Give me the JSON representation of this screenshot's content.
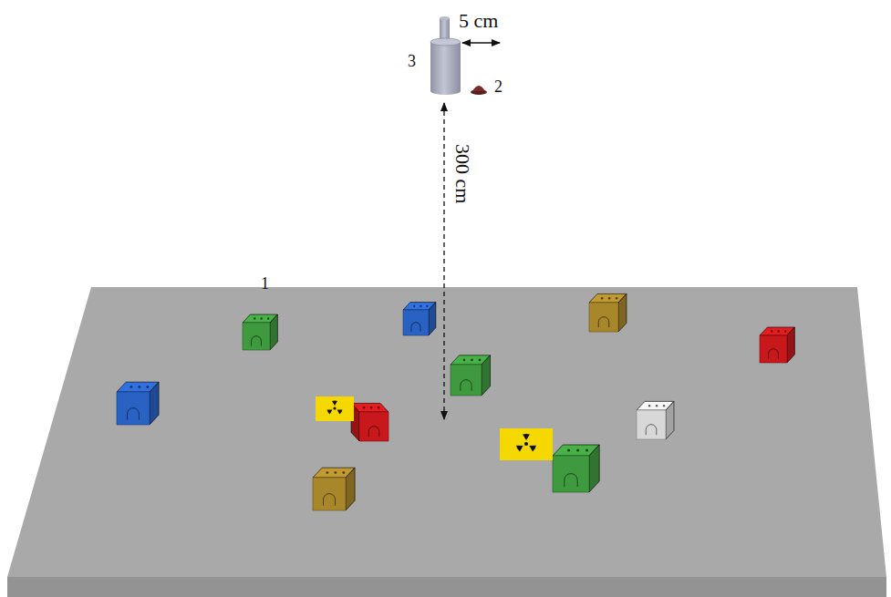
{
  "diagram": {
    "labels": [
      "5 cm",
      "3",
      "2",
      "300 cm",
      "1"
    ]
  }
}
